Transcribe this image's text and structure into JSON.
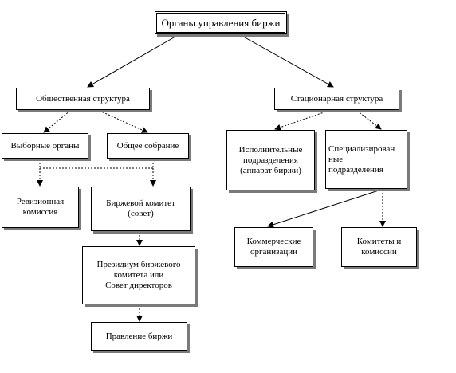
{
  "nodes": {
    "root": "Органы управления биржи",
    "public": "Общественная структура",
    "stationary": "Стационарная структура",
    "elective": "Выборные органы",
    "assembly": "Общее собрание",
    "audit": "Ревизионная\nкомиссия",
    "committee": "Биржевой комитет\n(совет)",
    "presidium": "Президиум биржевого\nкомитета или\nСовет директоров",
    "board": "Правление биржи",
    "executive": "Исполнительные\nподразделения\n(аппарат биржи)",
    "specialized": "Специализирован\nные\nподразделения",
    "commercial": "Коммерческие\nорганизации",
    "committees": "Комитеты и\nкомиссии"
  }
}
